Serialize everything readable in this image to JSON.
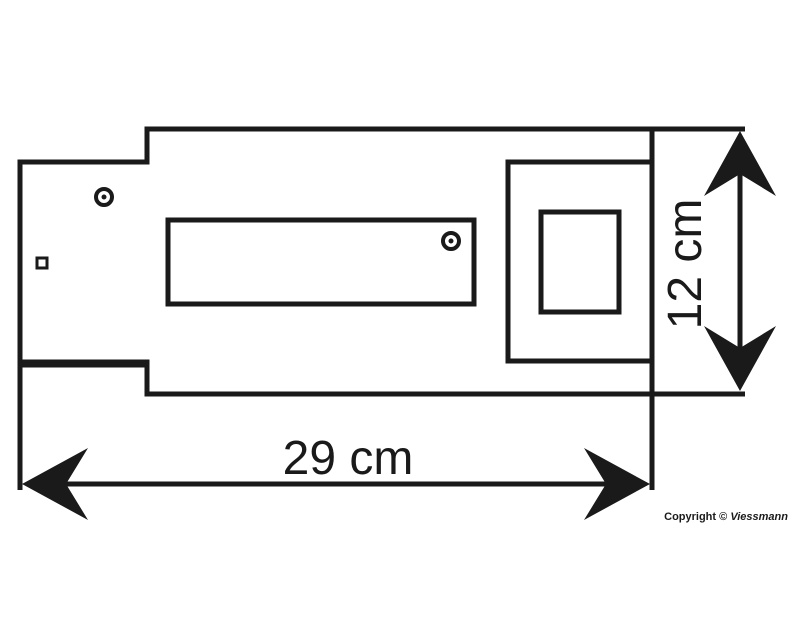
{
  "diagram": {
    "width_label": "29 cm",
    "height_label": "12 cm"
  },
  "footer": {
    "copyright_text": "Copyright",
    "copyright_symbol": "©",
    "brand": "Viessmann"
  },
  "colors": {
    "ink": "#1a1a1a",
    "background": "#ffffff"
  }
}
